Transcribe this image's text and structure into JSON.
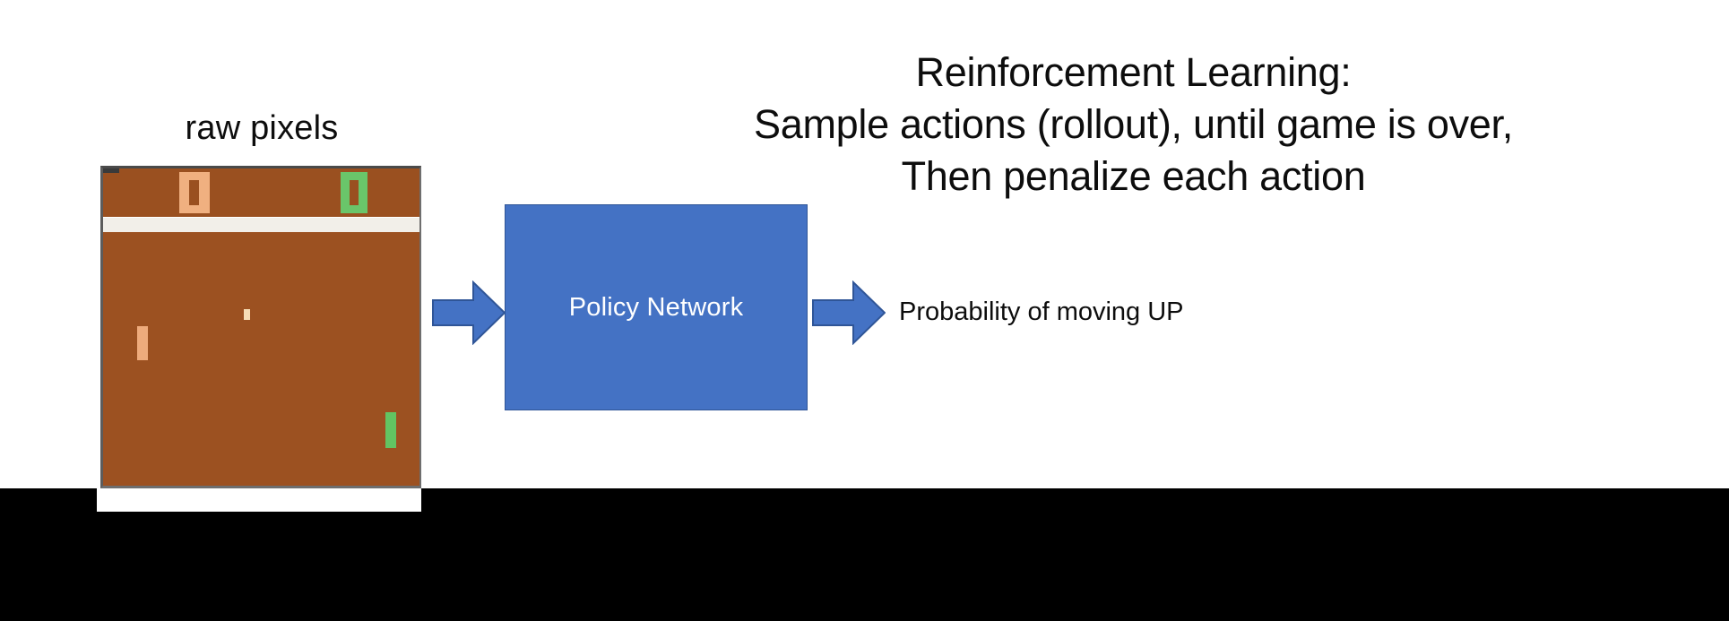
{
  "slide": {
    "background_color": "#ffffff",
    "title": {
      "lines": [
        "Reinforcement Learning:",
        "Sample actions (rollout), until game is over,",
        "Then penalize each action"
      ],
      "color": "#0d0d0d"
    },
    "game_panel": {
      "caption": "raw pixels",
      "game_name": "pong-screen",
      "colors": {
        "field": "#9a5020",
        "field_lower": "#9c5121",
        "divider": "#f2efe9",
        "orange_paddle": "#eeab7c",
        "green_paddle": "#62c462",
        "ball": "#f7ddb6",
        "border": "#4a4a4a"
      },
      "elements": {
        "score_box_left": "orange-score-digit",
        "score_box_right": "green-score-digit",
        "left_paddle": "orange-paddle",
        "right_paddle": "green-paddle",
        "ball": "pong-ball"
      }
    },
    "pipeline": {
      "input_arrow": "right-arrow-icon",
      "network_box": {
        "label": "Policy Network",
        "fill_color": "#4472c4",
        "border_color": "#2f5597",
        "text_color": "#ffffff"
      },
      "output_arrow": "right-arrow-icon",
      "output_label": "Probability of moving UP"
    },
    "letterbox": {
      "color": "#000000"
    }
  }
}
